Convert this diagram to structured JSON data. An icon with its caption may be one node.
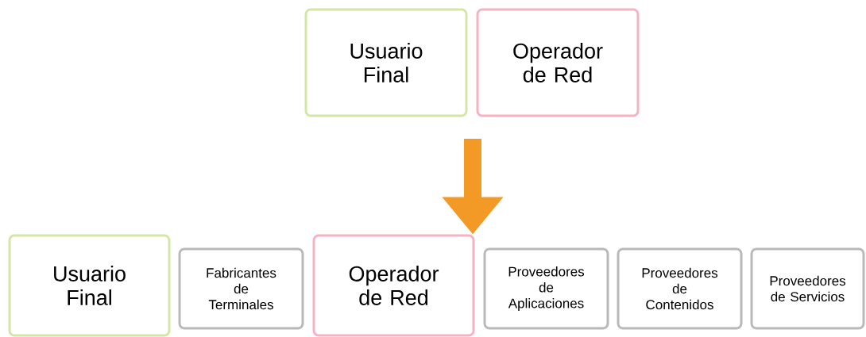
{
  "diagram": {
    "nodes": [
      {
        "text": [
          "Usuario Final"
        ]
      },
      {
        "text": [
          "Operador de Red"
        ]
      },
      {
        "text": [
          "Usuario Final"
        ]
      },
      {
        "text": [
          "Fabricantes de Terminales"
        ]
      },
      {
        "text": [
          "Operador de Red"
        ]
      },
      {
        "text": [
          "Proveedores de Aplicaciones"
        ]
      },
      {
        "text": [
          "Proveedores de Contenidos"
        ]
      },
      {
        "text": [
          "Proveedores de Servicios"
        ]
      }
    ],
    "edges": [
      {
        "from": null,
        "to": 4,
        "arrow": "to",
        "color": "#f39a26"
      }
    ]
  }
}
